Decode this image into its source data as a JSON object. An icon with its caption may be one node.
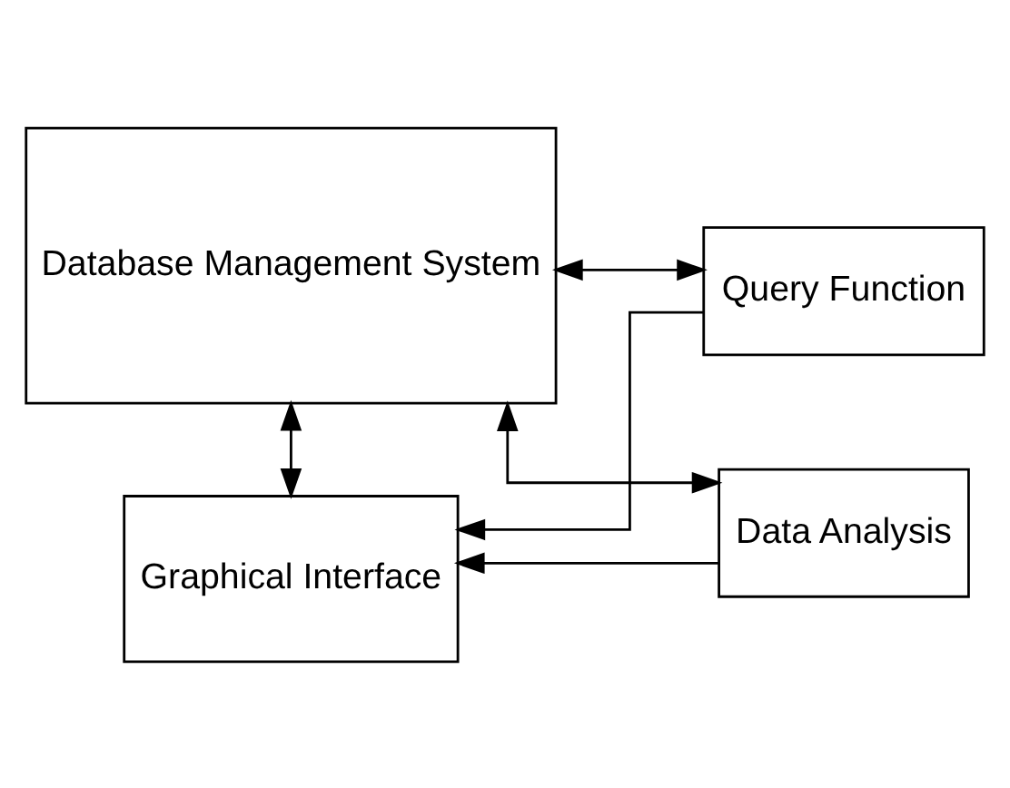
{
  "diagram": {
    "nodes": [
      {
        "text": [
          "Database Management System"
        ]
      },
      {
        "text": [
          "Query Function"
        ]
      },
      {
        "text": [
          "Data Analysis"
        ]
      },
      {
        "text": [
          "Graphical Interface"
        ]
      }
    ],
    "edges": [
      {
        "from": 0,
        "to": 1,
        "arrow": "both"
      },
      {
        "from": 0,
        "to": 2,
        "arrow": "both"
      },
      {
        "from": 0,
        "to": 3,
        "arrow": "both"
      },
      {
        "from": 2,
        "to": 3,
        "arrow": "to"
      },
      {
        "from": 1,
        "to": 3,
        "arrow": "to"
      }
    ]
  }
}
